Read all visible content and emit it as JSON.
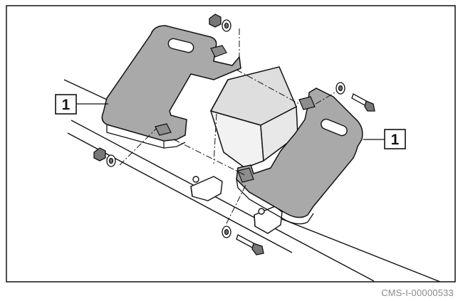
{
  "callouts": [
    {
      "id": "left",
      "label": "1"
    },
    {
      "id": "right",
      "label": "1"
    }
  ],
  "document_id": "CMS-I-00000533",
  "colors": {
    "plate_fill": "#a9a9a9",
    "plate_edge": "#7c7c7c",
    "line": "#111111",
    "background": "#ffffff",
    "doc_id_text": "#8a8a8a"
  }
}
